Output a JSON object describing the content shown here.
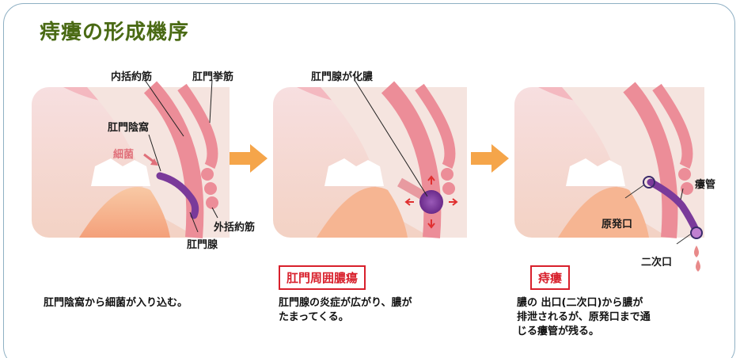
{
  "title": "痔瘻の形成機序",
  "panel1": {
    "label_internal_sphincter": "内括約筋",
    "label_levator_ani": "肛門挙筋",
    "label_anal_crypt": "肛門陰窩",
    "label_bacteria": "細菌",
    "label_external_sphincter": "外括約筋",
    "label_anal_gland": "肛門腺",
    "caption": "肛門陰窩から細菌が入り込む。"
  },
  "panel2": {
    "label_suppuration": "肛門腺が化膿",
    "badge": "肛門周囲膿瘍",
    "caption_line1": "肛門腺の炎症が広がり、膿が",
    "caption_line2": "たまってくる。"
  },
  "panel3": {
    "label_fistula": "瘻管",
    "label_primary_opening": "原発口",
    "label_secondary_opening": "二次口",
    "badge": "痔瘻",
    "caption_line1": "膿の 出口(二次口)から膿が",
    "caption_line2": "排泄されるが、原発口まで通",
    "caption_line3": "じる瘻管が残る。"
  },
  "colors": {
    "title": "#4a6a14",
    "badge_red": "#d8202c",
    "arrow_orange": "#f5a54a",
    "pus_purple": "#7a3a9a"
  }
}
